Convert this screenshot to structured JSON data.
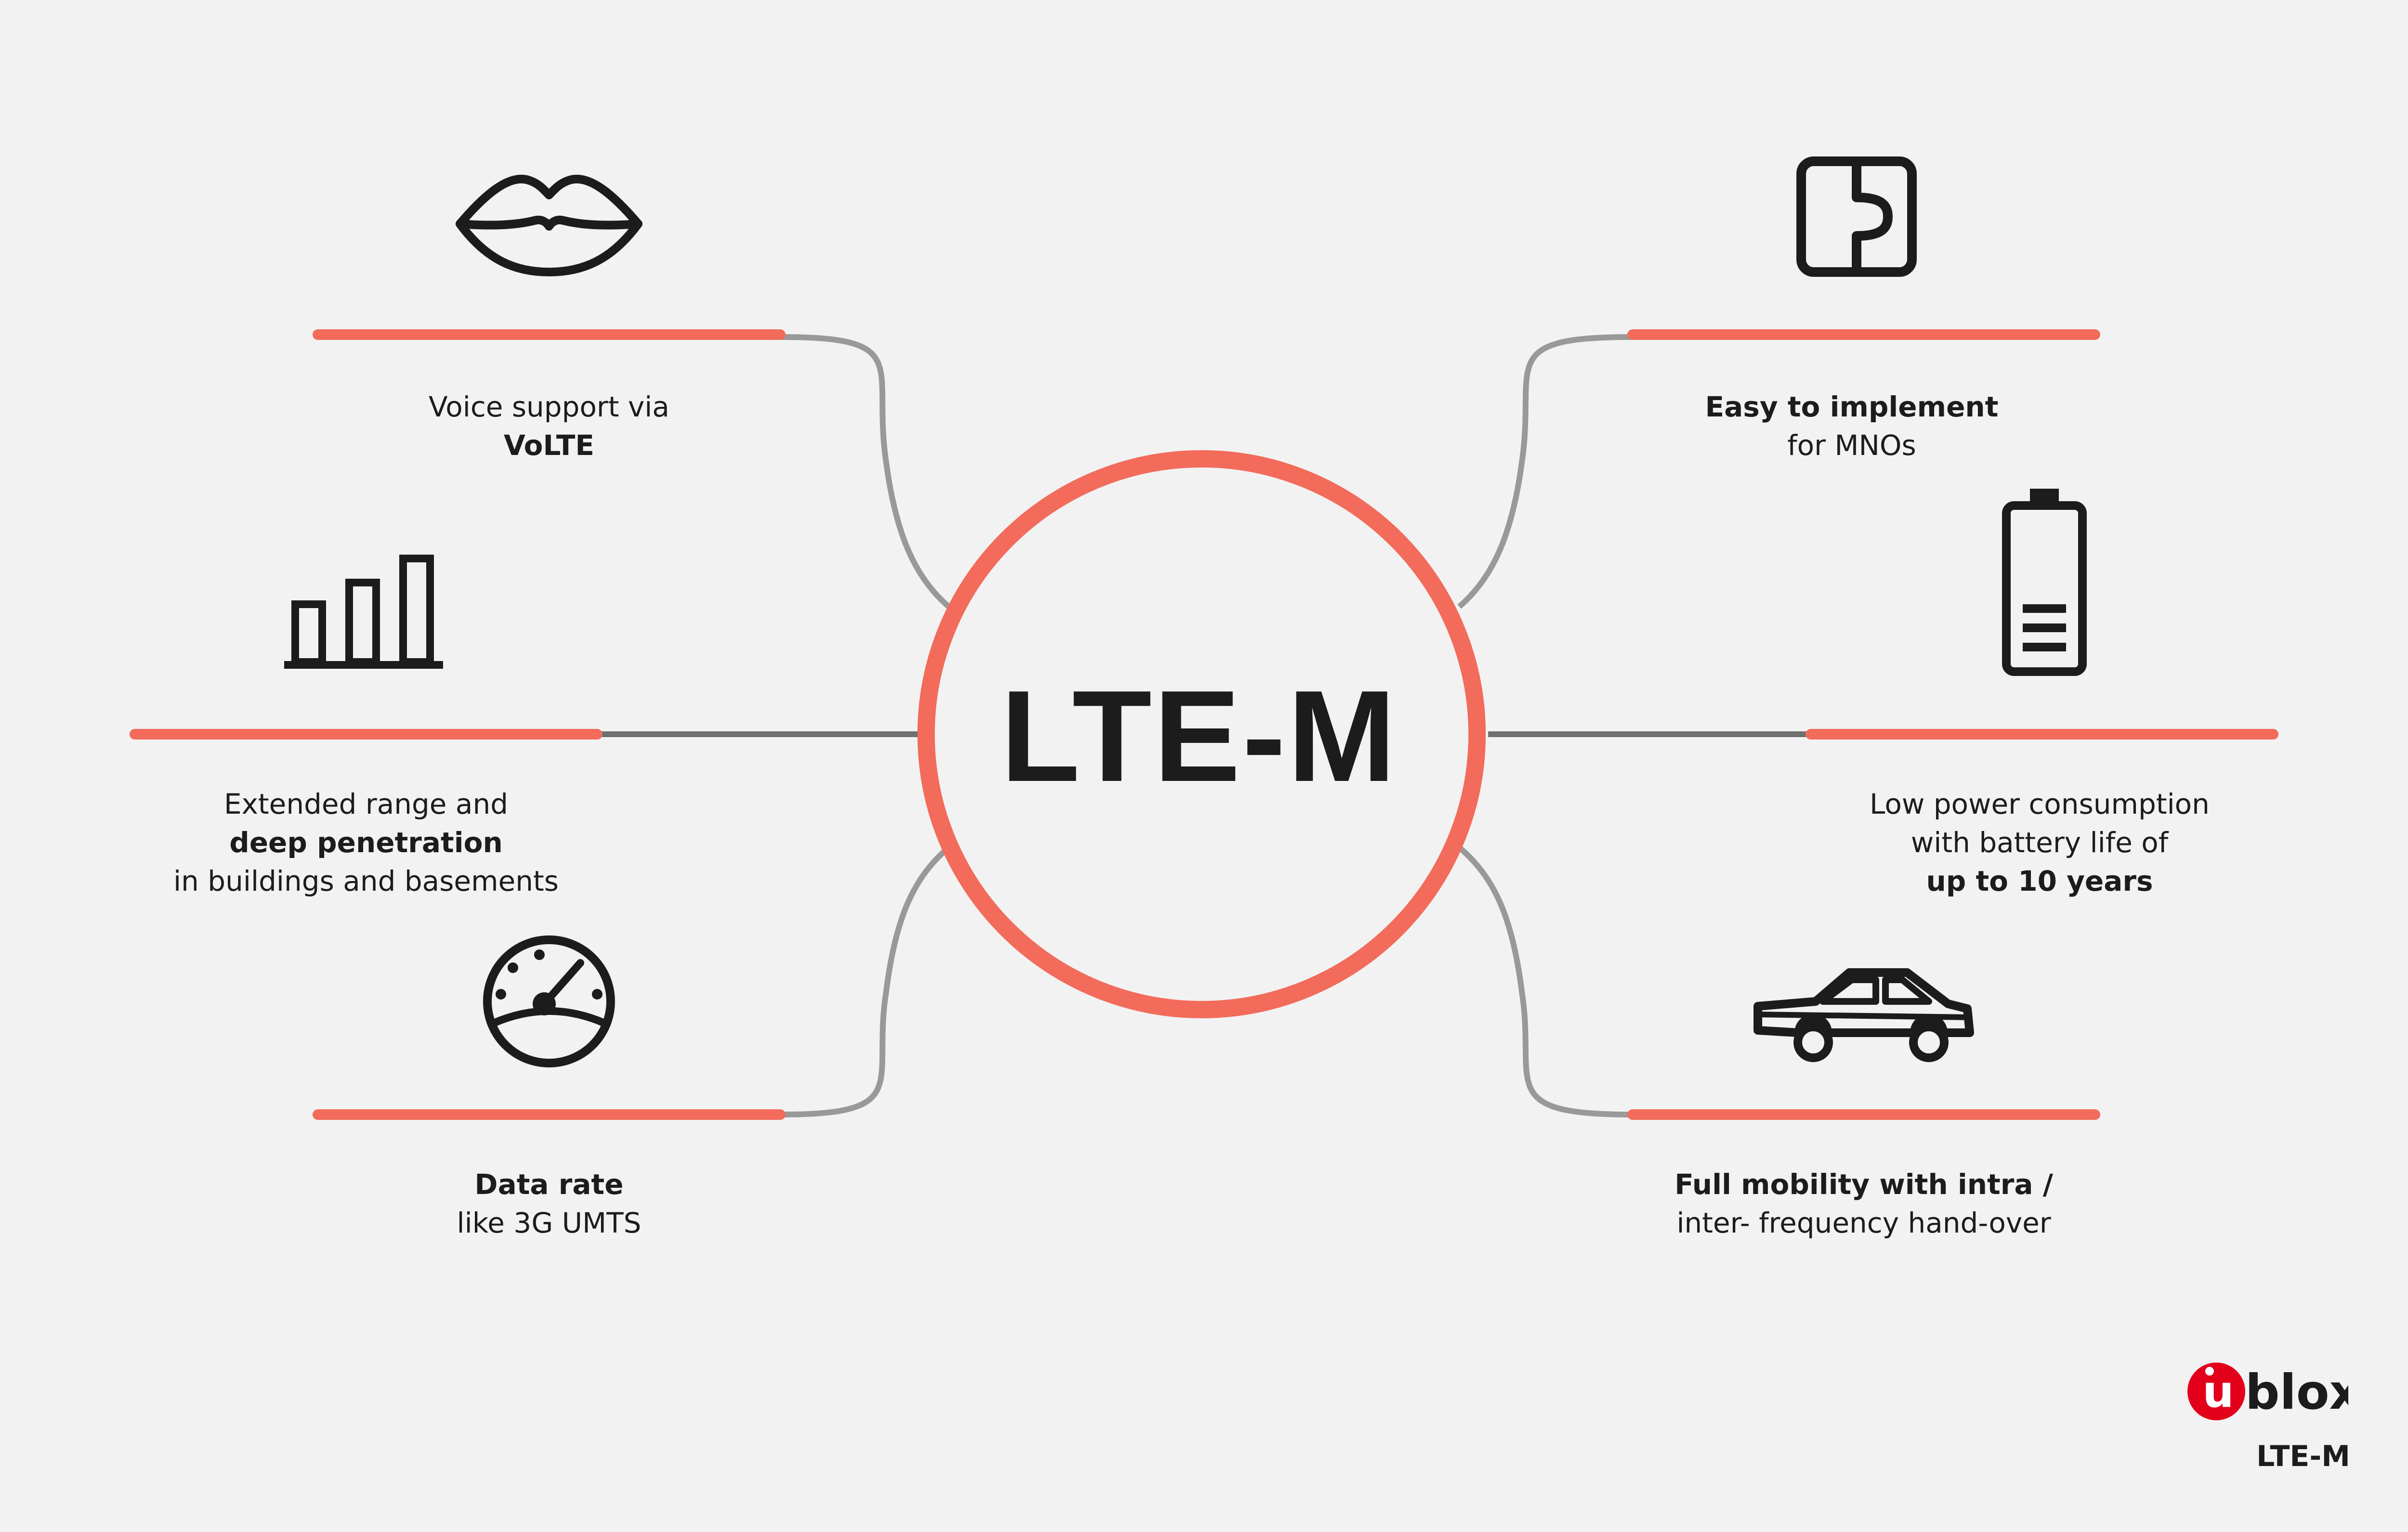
{
  "colors": {
    "accent": "#f26b5b",
    "connector": "#999999",
    "text": "#1c1c1c",
    "background": "#f2f2f2",
    "brand_red": "#e3001b"
  },
  "center": {
    "title": "LTE-M"
  },
  "features": [
    {
      "id": "voice",
      "icon": "lips-icon",
      "lines": [
        {
          "text": "Voice support via",
          "bold": false
        },
        {
          "text": "VoLTE",
          "bold": true
        }
      ]
    },
    {
      "id": "range",
      "icon": "signal-bars-icon",
      "lines": [
        {
          "text": "Extended range and",
          "bold": false
        },
        {
          "text": "deep penetration",
          "bold": true
        },
        {
          "text": "in buildings and basements",
          "bold": false
        }
      ]
    },
    {
      "id": "datarate",
      "icon": "speedometer-icon",
      "lines": [
        {
          "text": "Data rate",
          "bold": true
        },
        {
          "text": "like 3G UMTS",
          "bold": false
        }
      ]
    },
    {
      "id": "easy",
      "icon": "sim-card-icon",
      "lines": [
        {
          "text": "Easy to implement",
          "bold": true
        },
        {
          "text": "for MNOs",
          "bold": false
        }
      ]
    },
    {
      "id": "power",
      "icon": "battery-icon",
      "lines": [
        {
          "text": "Low power consumption",
          "bold": false
        },
        {
          "text": "with battery life of",
          "bold": false
        },
        {
          "text": "up to 10 years",
          "bold": true
        }
      ]
    },
    {
      "id": "mobility",
      "icon": "car-icon",
      "lines": [
        {
          "text": "Full mobility with intra /",
          "bold": true
        },
        {
          "text": "inter- frequency hand-over",
          "bold": false
        }
      ]
    }
  ],
  "brand": {
    "logo_u": "u",
    "logo_rest": "blox",
    "caption": "LTE-M"
  }
}
